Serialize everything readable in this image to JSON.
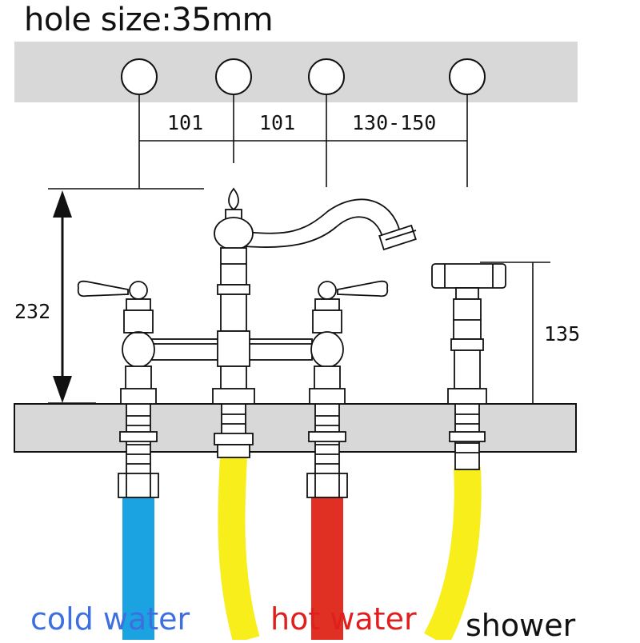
{
  "title": "hole size:35mm",
  "dimensions": {
    "hole_spacing_1": "101",
    "hole_spacing_2": "101",
    "hole_spacing_3": "130-150",
    "faucet_height": "232",
    "sprayer_height": "135"
  },
  "labels": {
    "cold": "cold water",
    "hot": "hot water",
    "shower": "shower"
  },
  "colors": {
    "cold_hose": "#1aa3e0",
    "hot_hose": "#e03024",
    "yellow_hose": "#f7ee1c",
    "cold_text": "#3d6fe0",
    "hot_text": "#e01e1e",
    "deck": "#d8d8d8"
  }
}
